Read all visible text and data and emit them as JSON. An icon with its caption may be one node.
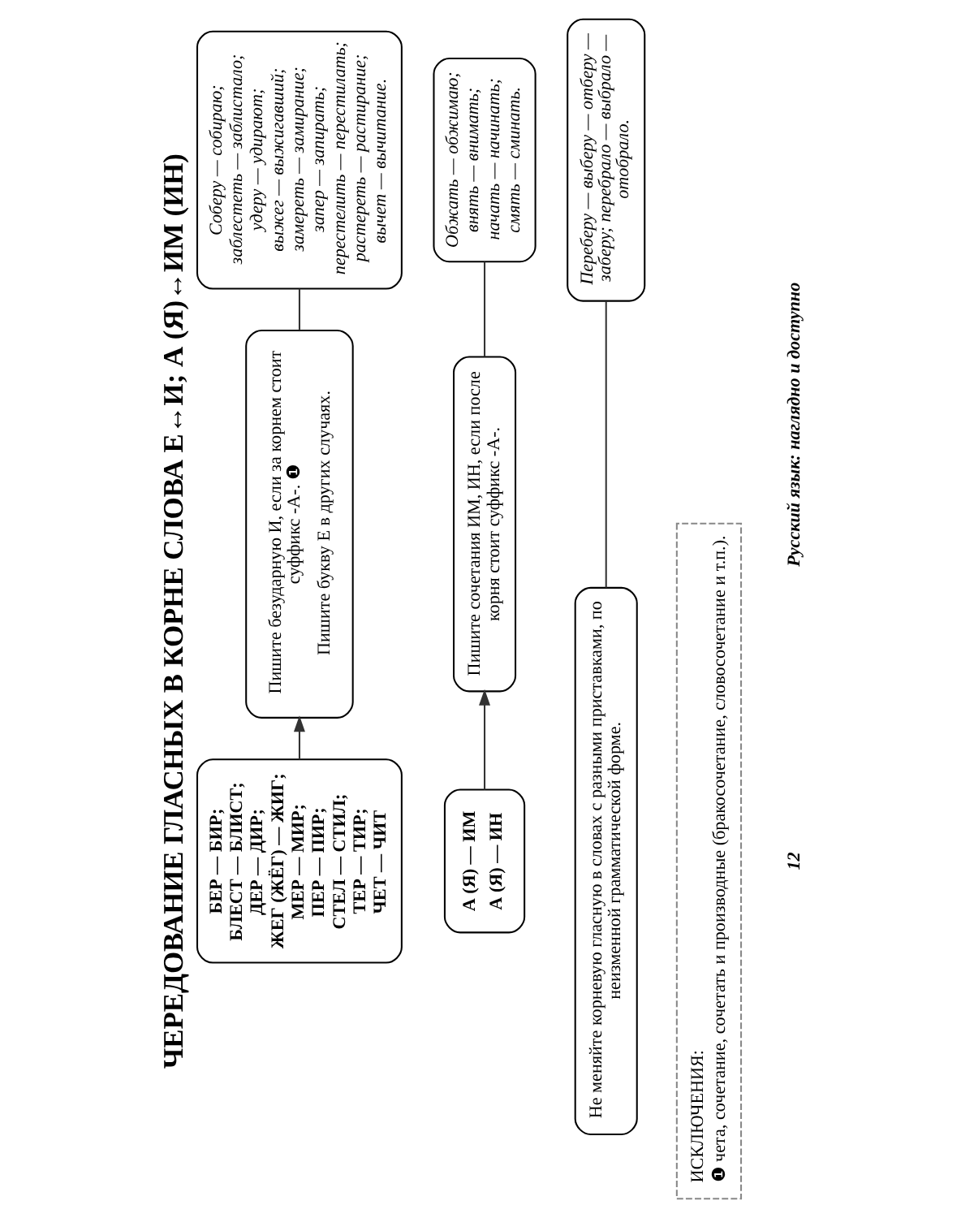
{
  "diagram": {
    "title": "ЧЕРЕДОВАНИЕ ГЛАСНЫХ В КОРНЕ СЛОВА Е↔И; А (Я)↔ИМ (ИН)",
    "nodes": [
      {
        "text": [
          "БЕР — БИР;",
          "БЛЕСТ — БЛИСТ;",
          "ДЕР — ДИР;",
          "ЖЕГ (ЖЁГ) — ЖИГ;",
          "МЕР — МИР;",
          "ПЕР — ПИР;",
          "СТЕЛ — СТИЛ;",
          "ТЕР — ТИР;",
          "ЧЕТ — ЧИТ"
        ]
      },
      {
        "text": [
          "Пишите безударную И, если за корнем стоит суффикс -А-. ❶",
          "Пишите букву Е в других случаях."
        ]
      },
      {
        "text": [
          "Соберу — собираю;",
          "заблестеть — заблистало;",
          "удеру — удирают;",
          "выжег — выжигавший;",
          "замереть — замирание;",
          "запер — запирать;",
          "перестелить — перестилать;",
          "растереть — растирание;",
          "вычет — вычитание."
        ]
      },
      {
        "text": [
          "А (Я) — ИМ",
          "А (Я) — ИН"
        ]
      },
      {
        "text": [
          "Пишите сочетания ИМ, ИН, если после корня стоит суффикс -А-."
        ]
      },
      {
        "text": [
          "Обжать — обжимаю;",
          "внять — внимать;",
          "начать — начинать;",
          "смять — сминать."
        ]
      },
      {
        "text": [
          "Не меняйте корневую гласную в словах с разными приставками, по неизменной грамматической форме."
        ]
      },
      {
        "text": [
          "Переберу — выберу — отберу — заберу; перебрало — выбрало — отобрало."
        ]
      },
      {
        "text": [
          "ИСКЛЮЧЕНИЯ:",
          "❶ чета, сочетание, сочетать и производные (бракосочетание, словосочетание и т.п.)."
        ]
      }
    ],
    "edges": [
      {
        "from": 0,
        "to": 1,
        "arrow": "to"
      },
      {
        "from": 1,
        "to": 2,
        "arrow": "none"
      },
      {
        "from": 3,
        "to": 4,
        "arrow": "to"
      },
      {
        "from": 4,
        "to": 5,
        "arrow": "none"
      },
      {
        "from": 6,
        "to": 7,
        "arrow": "none"
      }
    ],
    "labels": [
      "12",
      "Русский язык: наглядно и доступно"
    ]
  }
}
